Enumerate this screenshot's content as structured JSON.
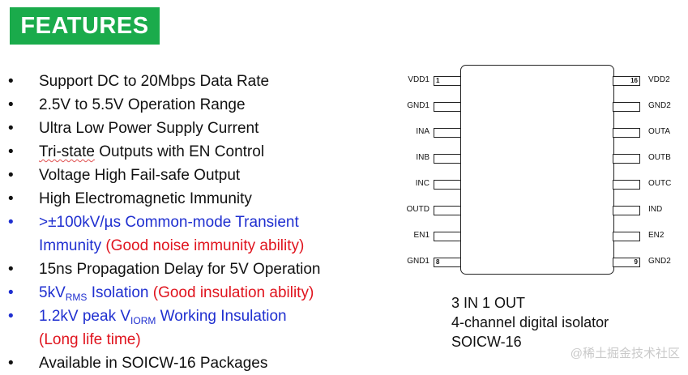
{
  "heading": "FEATURES",
  "features": [
    {
      "parts": [
        {
          "text": "Support DC to 20Mbps Data Rate"
        }
      ]
    },
    {
      "parts": [
        {
          "text": "2.5V to 5.5V Operation Range"
        }
      ]
    },
    {
      "parts": [
        {
          "text": "Ultra Low Power Supply Current"
        }
      ]
    },
    {
      "parts": [
        {
          "text": "Tri-state",
          "style": "wavy"
        },
        {
          "text": " Outputs with EN Control"
        }
      ]
    },
    {
      "parts": [
        {
          "text": "Voltage High Fail-safe Output"
        }
      ]
    },
    {
      "parts": [
        {
          "text": "High Electromagnetic Immunity"
        }
      ]
    },
    {
      "blue": true,
      "parts": [
        {
          "text": ">±100kV/µs Common-mode Transient",
          "style": "blue"
        }
      ]
    },
    {
      "nobullet": true,
      "parts": [
        {
          "text": "Immunity",
          "style": "blue"
        },
        {
          "text": "   (Good noise immunity ability)",
          "style": "red"
        }
      ]
    },
    {
      "parts": [
        {
          "text": "15ns Propagation Delay for 5V Operation"
        }
      ]
    },
    {
      "blue": true,
      "parts": [
        {
          "text": "5kV",
          "style": "blue"
        },
        {
          "text": "RMS",
          "style": "blue-sub"
        },
        {
          "text": " Isolation",
          "style": "blue"
        },
        {
          "text": " (Good insulation ability)",
          "style": "red"
        }
      ]
    },
    {
      "blue": true,
      "parts": [
        {
          "text": "1.2kV peak V",
          "style": "blue"
        },
        {
          "text": "IORM",
          "style": "blue-sub"
        },
        {
          "text": " Working Insulation",
          "style": "blue"
        }
      ]
    },
    {
      "nobullet": true,
      "parts": [
        {
          "text": "(Long life time)",
          "style": "red"
        }
      ]
    },
    {
      "parts": [
        {
          "text": "Available in SOICW-16 Packages"
        }
      ]
    }
  ],
  "bullet_char": "•",
  "chip": {
    "left_pins": [
      {
        "label": "VDD1",
        "number": "1"
      },
      {
        "label": "GND1",
        "number": ""
      },
      {
        "label": "INA",
        "number": ""
      },
      {
        "label": "INB",
        "number": ""
      },
      {
        "label": "INC",
        "number": ""
      },
      {
        "label": "OUTD",
        "number": ""
      },
      {
        "label": "EN1",
        "number": ""
      },
      {
        "label": "GND1",
        "number": "8"
      }
    ],
    "right_pins": [
      {
        "label": "VDD2",
        "number": "16"
      },
      {
        "label": "GND2",
        "number": ""
      },
      {
        "label": "OUTA",
        "number": ""
      },
      {
        "label": "OUTB",
        "number": ""
      },
      {
        "label": "OUTC",
        "number": ""
      },
      {
        "label": "IND",
        "number": ""
      },
      {
        "label": "EN2",
        "number": ""
      },
      {
        "label": "GND2",
        "number": "9"
      }
    ],
    "caption": [
      "3 IN 1 OUT",
      "4-channel digital isolator",
      "SOICW-16"
    ]
  },
  "watermark": "@稀土掘金技术社区"
}
